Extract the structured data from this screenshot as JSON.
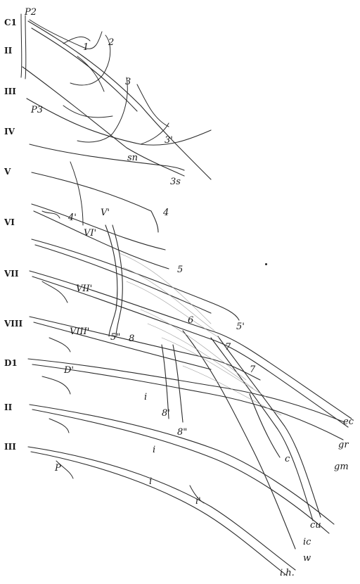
{
  "figure": {
    "root_labels": {
      "c1": "C1",
      "c2": "II",
      "c3": "III",
      "c4": "IV",
      "c5": "V",
      "c6": "VI",
      "c7": "VII",
      "c8": "VIII",
      "d1": "D1",
      "d2": "II",
      "d3": "III"
    },
    "branch_labels": {
      "p2": "P2",
      "n1": "1",
      "n2": "2",
      "n3": "3",
      "p3": "P3",
      "n3p": "3'",
      "sn": "sn",
      "ss": "3s",
      "n4": "4",
      "n4p": "4'",
      "v_prime": "V'",
      "vi_prime": "VI'",
      "n5": "5",
      "vii_prime": "VII'",
      "n5p": "5'",
      "n6": "6",
      "viii_prime": "VIII'",
      "n5pp": "5\"",
      "n8": "8",
      "n7a": "7",
      "d_prime": "D'",
      "n7b": "7",
      "i1": "i",
      "n8p": "8'",
      "n8pp": "8\"",
      "i2": "i",
      "p_lower": "P",
      "i3": "i",
      "i_prime": "i'",
      "c": "c",
      "ec": "ec",
      "gr": "gr",
      "gm": "gm",
      "cu": "cu",
      "ic": "ic",
      "w": "w",
      "ih": "i.h."
    }
  }
}
